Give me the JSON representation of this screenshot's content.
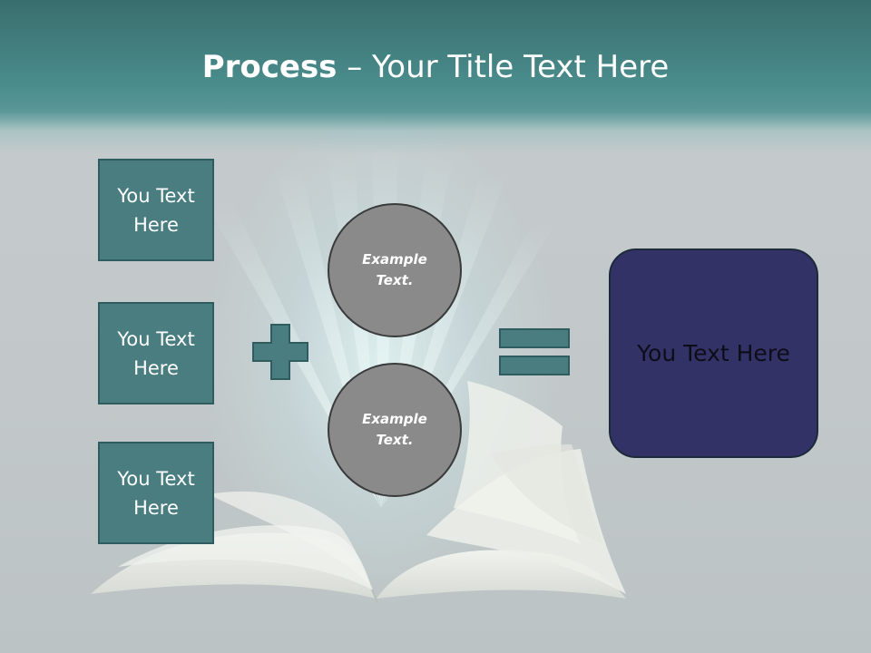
{
  "title": {
    "bold_part": "Process",
    "rest_part": " – Your Title Text Here"
  },
  "left_boxes": [
    {
      "label": "You Text Here"
    },
    {
      "label": "You Text Here"
    },
    {
      "label": "You Text Here"
    }
  ],
  "circles": [
    {
      "label": "Example Text."
    },
    {
      "label": "Example Text."
    }
  ],
  "result": {
    "label": "You Text Here"
  },
  "colors": {
    "header": "#4a8c8c",
    "box_fill": "#4a7d80",
    "circle_fill": "#8a8a8a",
    "result_fill": "#333266",
    "operator": "#4a7d80"
  },
  "icons": {
    "operator_1": "plus-icon",
    "operator_2": "equals-icon",
    "background": "open-book-image"
  }
}
